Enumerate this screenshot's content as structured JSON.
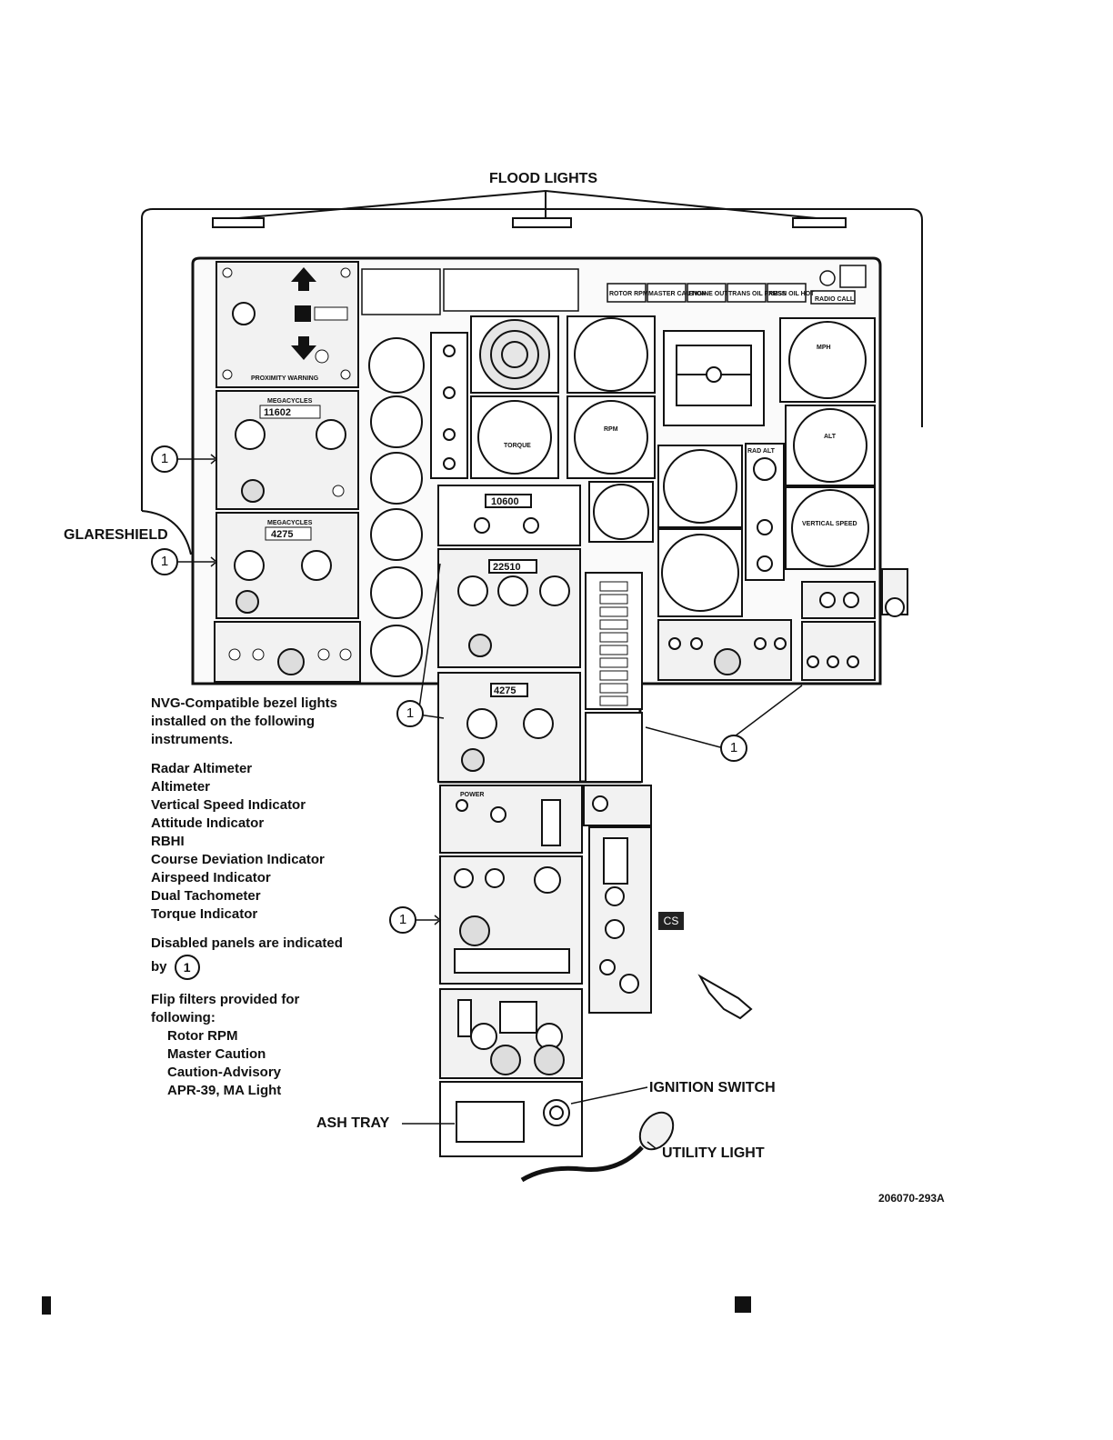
{
  "labels": {
    "flood_lights": "FLOOD LIGHTS",
    "glareshield": "GLARESHIELD",
    "ignition_switch": "IGNITION SWITCH",
    "ash_tray": "ASH TRAY",
    "utility_light": "UTILITY LIGHT",
    "figure_id": "206070-293A",
    "cs": "CS"
  },
  "callout": "1",
  "notes": {
    "nvg_heading": [
      "NVG-Compatible bezel lights",
      "installed on the following",
      "instruments."
    ],
    "instruments": [
      "Radar Altimeter",
      "Altimeter",
      "Vertical Speed Indicator",
      "Attitude Indicator",
      "RBHI",
      "Course Deviation Indicator",
      "Airspeed Indicator",
      "Dual Tachometer",
      "Torque Indicator"
    ],
    "disabled_line1": "Disabled panels are indicated",
    "disabled_by": "by",
    "flip_heading": [
      "Flip filters provided for",
      "following:"
    ],
    "flip_items": [
      "Rotor RPM",
      "Master Caution",
      "Caution-Advisory",
      "APR-39, MA Light"
    ]
  },
  "panel_text": {
    "caution_buttons": [
      "ROTOR RPM",
      "MASTER CAUTION",
      "ENGINE OUT",
      "TRANS OIL PRESS",
      "XMSN OIL HOT"
    ],
    "radio_call": "RADIO CALL",
    "proximity_warning": "PROXIMITY WARNING",
    "megacycles": "MEGACYCLES",
    "freq_1": "11602",
    "freq_2": "4275",
    "freq_3": "22510",
    "freq_4": "4275",
    "transponder_code": "10600",
    "torque": "TORQUE",
    "rpm": "RPM",
    "alt": "ALT",
    "vertical_speed": "VERTICAL SPEED",
    "gauge_mph": "MPH",
    "power": "POWER",
    "rad_alt": "RAD ALT"
  }
}
